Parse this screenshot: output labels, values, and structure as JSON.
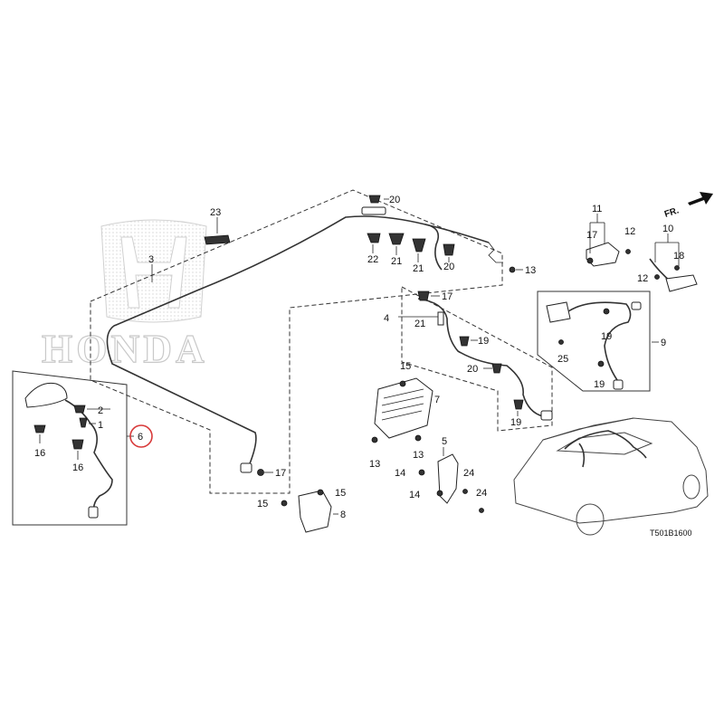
{
  "watermark": {
    "text": "HONDA"
  },
  "direction_indicator": {
    "label": "FR."
  },
  "diagram_code": "T501B1600",
  "highlighted_callout": "6",
  "colors": {
    "highlight": "#d83a3a",
    "line": "#222222",
    "watermark": "#c9c9c9"
  },
  "callouts": {
    "c1": "1",
    "c2": "2",
    "c3": "3",
    "c4": "4",
    "c5": "5",
    "c6": "6",
    "c7": "7",
    "c8": "8",
    "c9": "9",
    "c10": "10",
    "c11": "11",
    "c12a": "12",
    "c12b": "12",
    "c13a": "13",
    "c13b": "13",
    "c13c": "13",
    "c14a": "14",
    "c14b": "14",
    "c15a": "15",
    "c15b": "15",
    "c15c": "15",
    "c16a": "16",
    "c16b": "16",
    "c17a": "17",
    "c17b": "17",
    "c17c": "17",
    "c18": "18",
    "c19a": "19",
    "c19b": "19",
    "c19c": "19",
    "c19d": "19",
    "c20a": "20",
    "c20b": "20",
    "c20c": "20",
    "c21a": "21",
    "c21b": "21",
    "c21c": "21",
    "c22": "22",
    "c23": "23",
    "c24a": "24",
    "c24b": "24",
    "c25": "25"
  }
}
